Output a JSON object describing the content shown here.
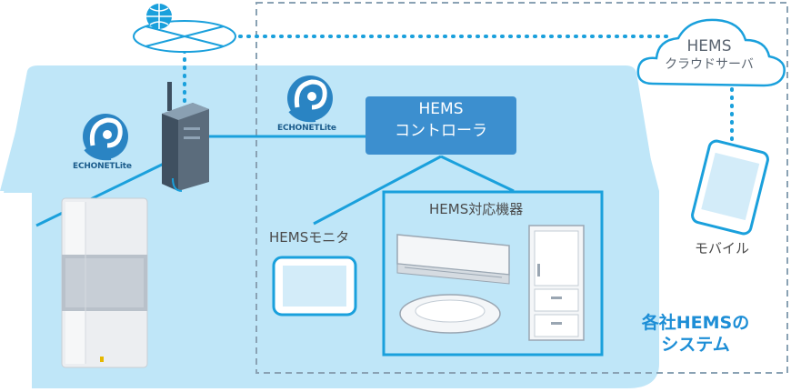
{
  "echonet": {
    "logo_text_1": "ECHONETLite",
    "logo_text_2": "ECHONETLite"
  },
  "controller": {
    "line1": "HEMS",
    "line2": "コントローラ"
  },
  "cloud": {
    "line1": "HEMS",
    "line2": "クラウドサーバ"
  },
  "hems_monitor": {
    "label": "HEMSモニタ"
  },
  "hems_devices": {
    "label": "HEMS対応機器"
  },
  "mobile": {
    "label": "モバイル"
  },
  "system_caption": {
    "line1": "各社HEMSの",
    "line2": "システム"
  },
  "colors": {
    "house_fill": "#bfe6f8",
    "line_blue": "#1aa0dc",
    "controller_fill": "#3c8fcf",
    "dashed_border": "#8aa2b4",
    "caption_blue": "#1d8ed6"
  }
}
